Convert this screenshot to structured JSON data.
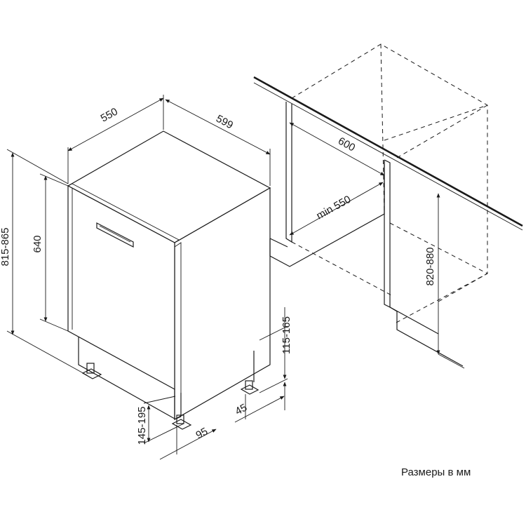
{
  "dimensions": {
    "depth": "550",
    "width": "599",
    "door_height": "640",
    "total_height": "815-865",
    "front_leg_height": "145-195",
    "front_leg_offset": "95",
    "rear_leg_offset": "45",
    "rear_leg_height": "115-165",
    "niche_depth": "600",
    "niche_min_width": "min 550",
    "niche_height": "820-880"
  },
  "caption": "Размеры в мм"
}
